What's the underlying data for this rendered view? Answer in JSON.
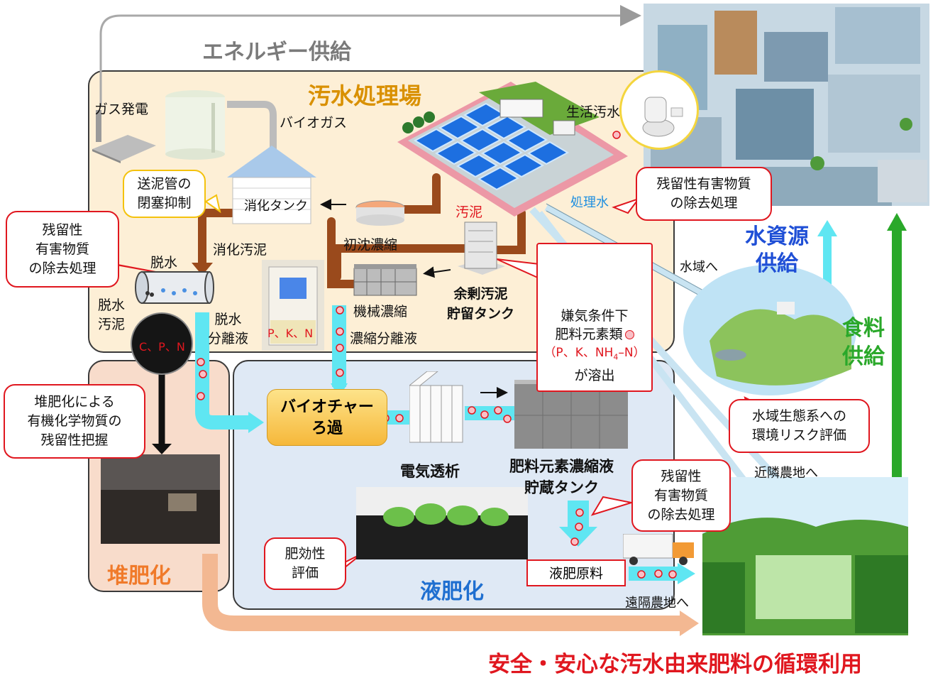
{
  "title_bottom": "安全・安心な汚水由来肥料の循環利用",
  "energy_supply": "エネルギー供給",
  "plant_title": "汚水処理場",
  "liquid_fertilizer_title": "液肥化",
  "composting_title": "堆肥化",
  "water_resource": [
    "水資源",
    "供給"
  ],
  "food_supply": [
    "食料",
    "供給"
  ],
  "labels": {
    "gas_power": "ガス発電",
    "biogas": "バイオガス",
    "domestic_sewage": "生活汚水",
    "treated_water": "処理水",
    "sludge": "汚泥",
    "digestion_tank": "消化タンク",
    "primary_thickening": "初沈濃縮",
    "digested_sludge": "消化汚泥",
    "dewatering": "脱水",
    "dewatered_sludge": [
      "脱水",
      "汚泥"
    ],
    "dewatering_filtrate": [
      "脱水",
      "分離液"
    ],
    "mechanical_thickening": "機械濃縮",
    "thickening_filtrate": "濃縮分離液",
    "excess_sludge_tank": [
      "余剰汚泥",
      "貯留タンク"
    ],
    "biochar_filtration": [
      "バイオチャー",
      "ろ過"
    ],
    "electrodialysis": "電気透析",
    "concentrate_tank": [
      "肥料元素濃縮液",
      "貯蔵タンク"
    ],
    "liquid_fertilizer_material": "液肥原料",
    "to_remote_farmland": "遠隔農地へ",
    "to_nearby_farmland": "近隣農地へ",
    "to_water_area": "水域へ",
    "cpn": "C、P、N",
    "pkn": "P、K、N"
  },
  "callouts": {
    "pipe_blockage": [
      "送泥管の",
      "閉塞抑制"
    ],
    "residual_removal_left": [
      "残留性",
      "有害物質",
      "の除去処理"
    ],
    "residual_removal_top": [
      "残留性有害物質",
      "の除去処理"
    ],
    "residual_removal_bottom": [
      "残留性",
      "有害物質",
      "の除去処理"
    ],
    "compost_residual": [
      "堆肥化による",
      "有機化学物質の",
      "残留性把握"
    ],
    "ecosystem_risk": [
      "水域生態系への",
      "環境リスク評価"
    ],
    "fertilizer_eval": [
      "肥効性",
      "評価"
    ],
    "anaerobic_line1": "嫌気条件下",
    "anaerobic_line2": "肥料元素類",
    "anaerobic_line3_a": "（P、K、NH",
    "anaerobic_line3_sub": "4",
    "anaerobic_line3_b": "–N）",
    "anaerobic_line4": "が溶出"
  },
  "colors": {
    "plant_bg": "#fdefd6",
    "liquid_bg": "#dfe9f5",
    "compost_bg": "#f8dccb",
    "accent_red": "#e0171f",
    "accent_blue": "#1f4fd6",
    "accent_green": "#2aa82a",
    "sludge_brown": "#9a4a1c",
    "pipe_cyan": "#5fe6f2",
    "compost_arrow": "#f3b892"
  }
}
